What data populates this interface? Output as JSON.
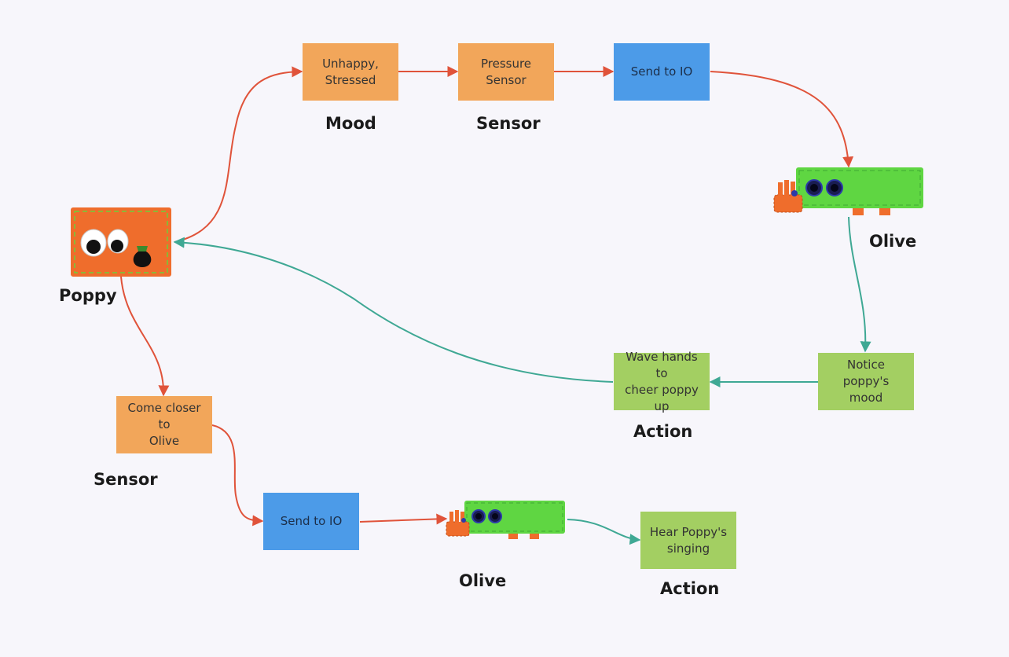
{
  "colors": {
    "background": "#f7f6fb",
    "sensor_box": "#f2a65a",
    "io_box": "#4c9be8",
    "action_box": "#a3cf62",
    "arrow_red": "#e0533a",
    "arrow_teal": "#3fa894",
    "robot_orange": "#ef6d2c",
    "robot_green": "#5fd642"
  },
  "nodes": {
    "mood_box": "Unhappy,\nStressed",
    "pressure_box": "Pressure\nSensor",
    "send_io_top": "Send to IO",
    "notice_box": "Notice poppy's\nmood",
    "wave_box": "Wave hands to\ncheer poppy\nup",
    "come_closer_box": "Come closer to\nOlive",
    "send_io_bottom": "Send to IO",
    "hear_box": "Hear Poppy's\nsinging"
  },
  "labels": {
    "mood": "Mood",
    "sensor_top": "Sensor",
    "olive_top": "Olive",
    "poppy": "Poppy",
    "action_middle": "Action",
    "sensor_bottom": "Sensor",
    "olive_bottom": "Olive",
    "action_bottom": "Action"
  },
  "icons": {
    "poppy": "poppy-robot-icon",
    "olive": "olive-robot-icon"
  }
}
